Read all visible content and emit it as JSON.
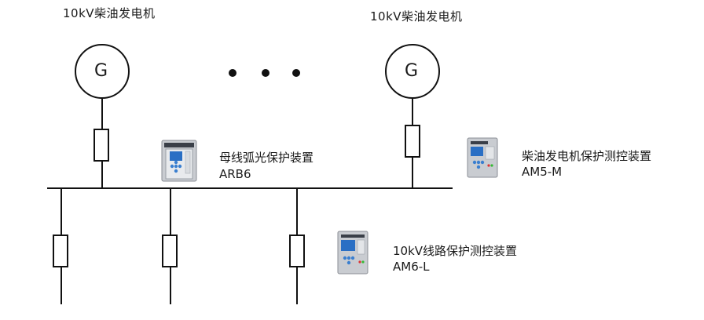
{
  "generators": [
    {
      "title": "10kV柴油发电机",
      "symbol": "G"
    },
    {
      "title": "10kV柴油发电机",
      "symbol": "G"
    }
  ],
  "ellipsis": "• • •",
  "devices": {
    "busbar": {
      "name": "母线弧光保护装置",
      "model": "ARB6"
    },
    "generator": {
      "name": "柴油发电机保护测控装置",
      "model": "AM5-M"
    },
    "line": {
      "name": "10kV线路保护测控装置",
      "model": "AM6-L"
    }
  },
  "colors": {
    "line": "#111111",
    "device_body": "#c9ccd1",
    "device_screen": "#2a6fc4",
    "device_keys": "#3a7fd0"
  }
}
